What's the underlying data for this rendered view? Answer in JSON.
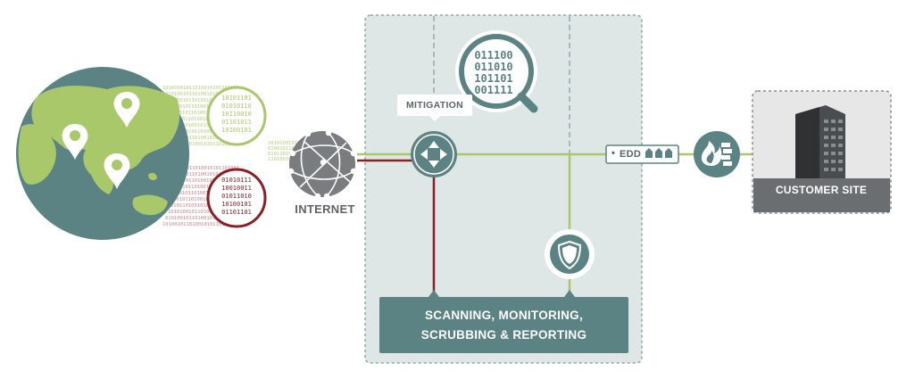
{
  "nodes": {
    "internet": "INTERNET",
    "mitigation": "MITIGATION",
    "edd": "EDD",
    "scanning_line1": "SCANNING, MONITORING,",
    "scanning_line2": "SCRUBBING & REPORTING",
    "customer_site": "CUSTOMER SITE"
  },
  "binary": {
    "stream": "10101001011010010101101001101010010110",
    "green_circle_text": [
      "10101101",
      "01010110",
      "10110010",
      "01101011",
      "10100101"
    ],
    "red_circle_text": [
      "01010111",
      "10010011",
      "01011010",
      "10100101",
      "01101101"
    ],
    "magnifier_text": [
      "011100",
      "011010",
      "101101",
      "001111"
    ]
  },
  "icons": [
    "globe-icon",
    "location-pin-icon",
    "internet-globe-icon",
    "mitigation-router-icon",
    "magnifier-icon",
    "shield-icon",
    "firewall-icon",
    "building-icon",
    "edd-device-icon"
  ],
  "colors": {
    "teal": "#5c8383",
    "teal_dark": "#4f7475",
    "panel": "#dfe6e6",
    "green": "#a9c86a",
    "green_binary": "#b5cf7a",
    "red": "#8b1f24",
    "red_binary": "#c9888a",
    "gray": "#7a7d7f",
    "customer_box": "#e7e7e7",
    "customer_band": "#6b6e70"
  }
}
